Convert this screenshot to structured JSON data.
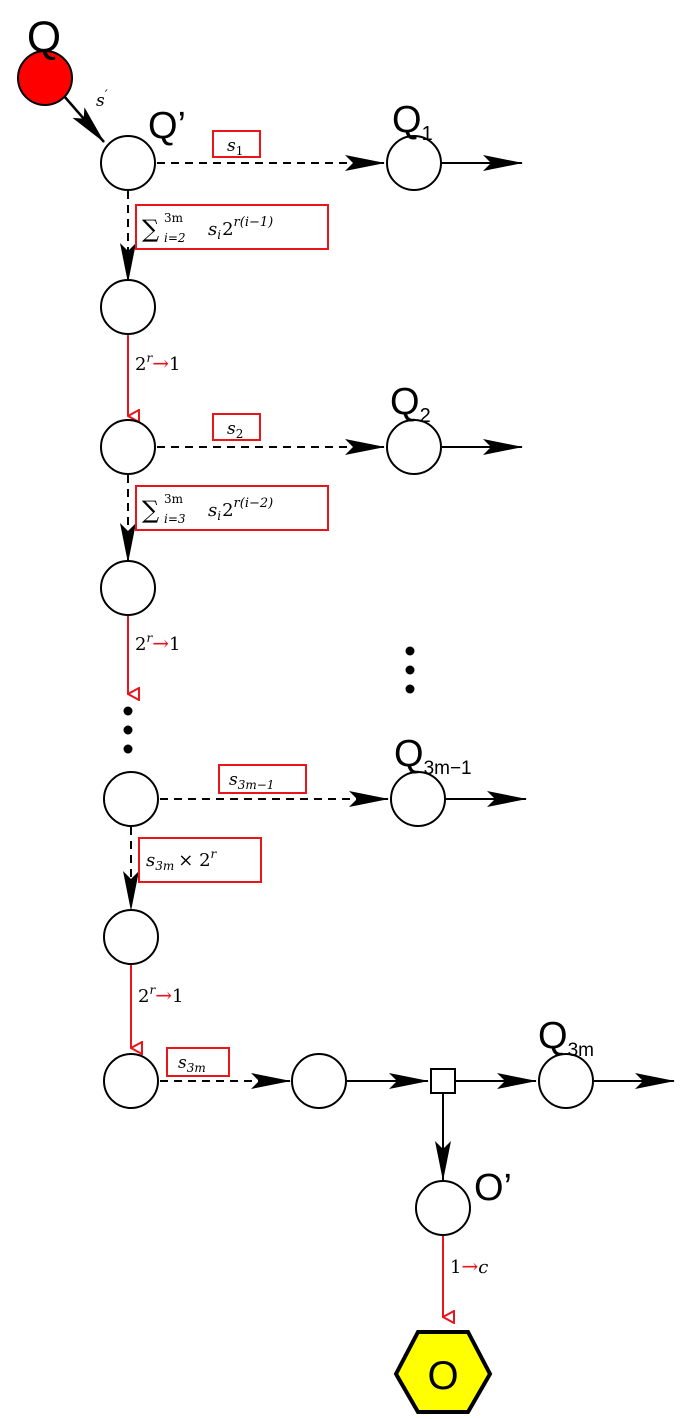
{
  "nodes": {
    "q": "Q",
    "q_prime": "Q’",
    "q1": "Q",
    "q1_sub": "1",
    "q2": "Q",
    "q2_sub": "2",
    "q3m1": "Q",
    "q3m1_sub": "3m−1",
    "q3m": "Q",
    "q3m_sub": "3m",
    "o_prime": "O’",
    "o": "O"
  },
  "edges": {
    "s_prime": "s",
    "s_prime_mark": "′",
    "s1": "s",
    "s1_sub": "1",
    "s2": "s",
    "s2_sub": "2",
    "s3m1": "s",
    "s3m1_sub": "3m−1",
    "s3m": "s",
    "s3m_sub": "3m",
    "sum1_sigma": "∑",
    "sum1_upper": "3m",
    "sum1_lower": "i=2",
    "sum1_body": "s",
    "sum1_body_sub": "i",
    "sum1_base": "2",
    "sum1_exp": "r(i−1)",
    "sum2_sigma": "∑",
    "sum2_upper": "3m",
    "sum2_lower": "i=3",
    "sum2_body": "s",
    "sum2_body_sub": "i",
    "sum2_base": "2",
    "sum2_exp": "r(i−2)",
    "prod_s": "s",
    "prod_sub": "3m",
    "prod_times": "× 2",
    "prod_exp": "r",
    "rate1_base": "2",
    "rate1_exp": "r",
    "rate1_arrow": "→",
    "rate1_to": "1",
    "rate2_base": "2",
    "rate2_exp": "r",
    "rate2_arrow": "→",
    "rate2_to": "1",
    "rate3_base": "2",
    "rate3_exp": "r",
    "rate3_arrow": "→",
    "rate3_to": "1",
    "final_from": "1",
    "final_arrow": "→",
    "final_to": "c"
  },
  "colors": {
    "start_node": "#ff0000",
    "output_node": "#ffff00",
    "red_edges": "#e8151b"
  }
}
